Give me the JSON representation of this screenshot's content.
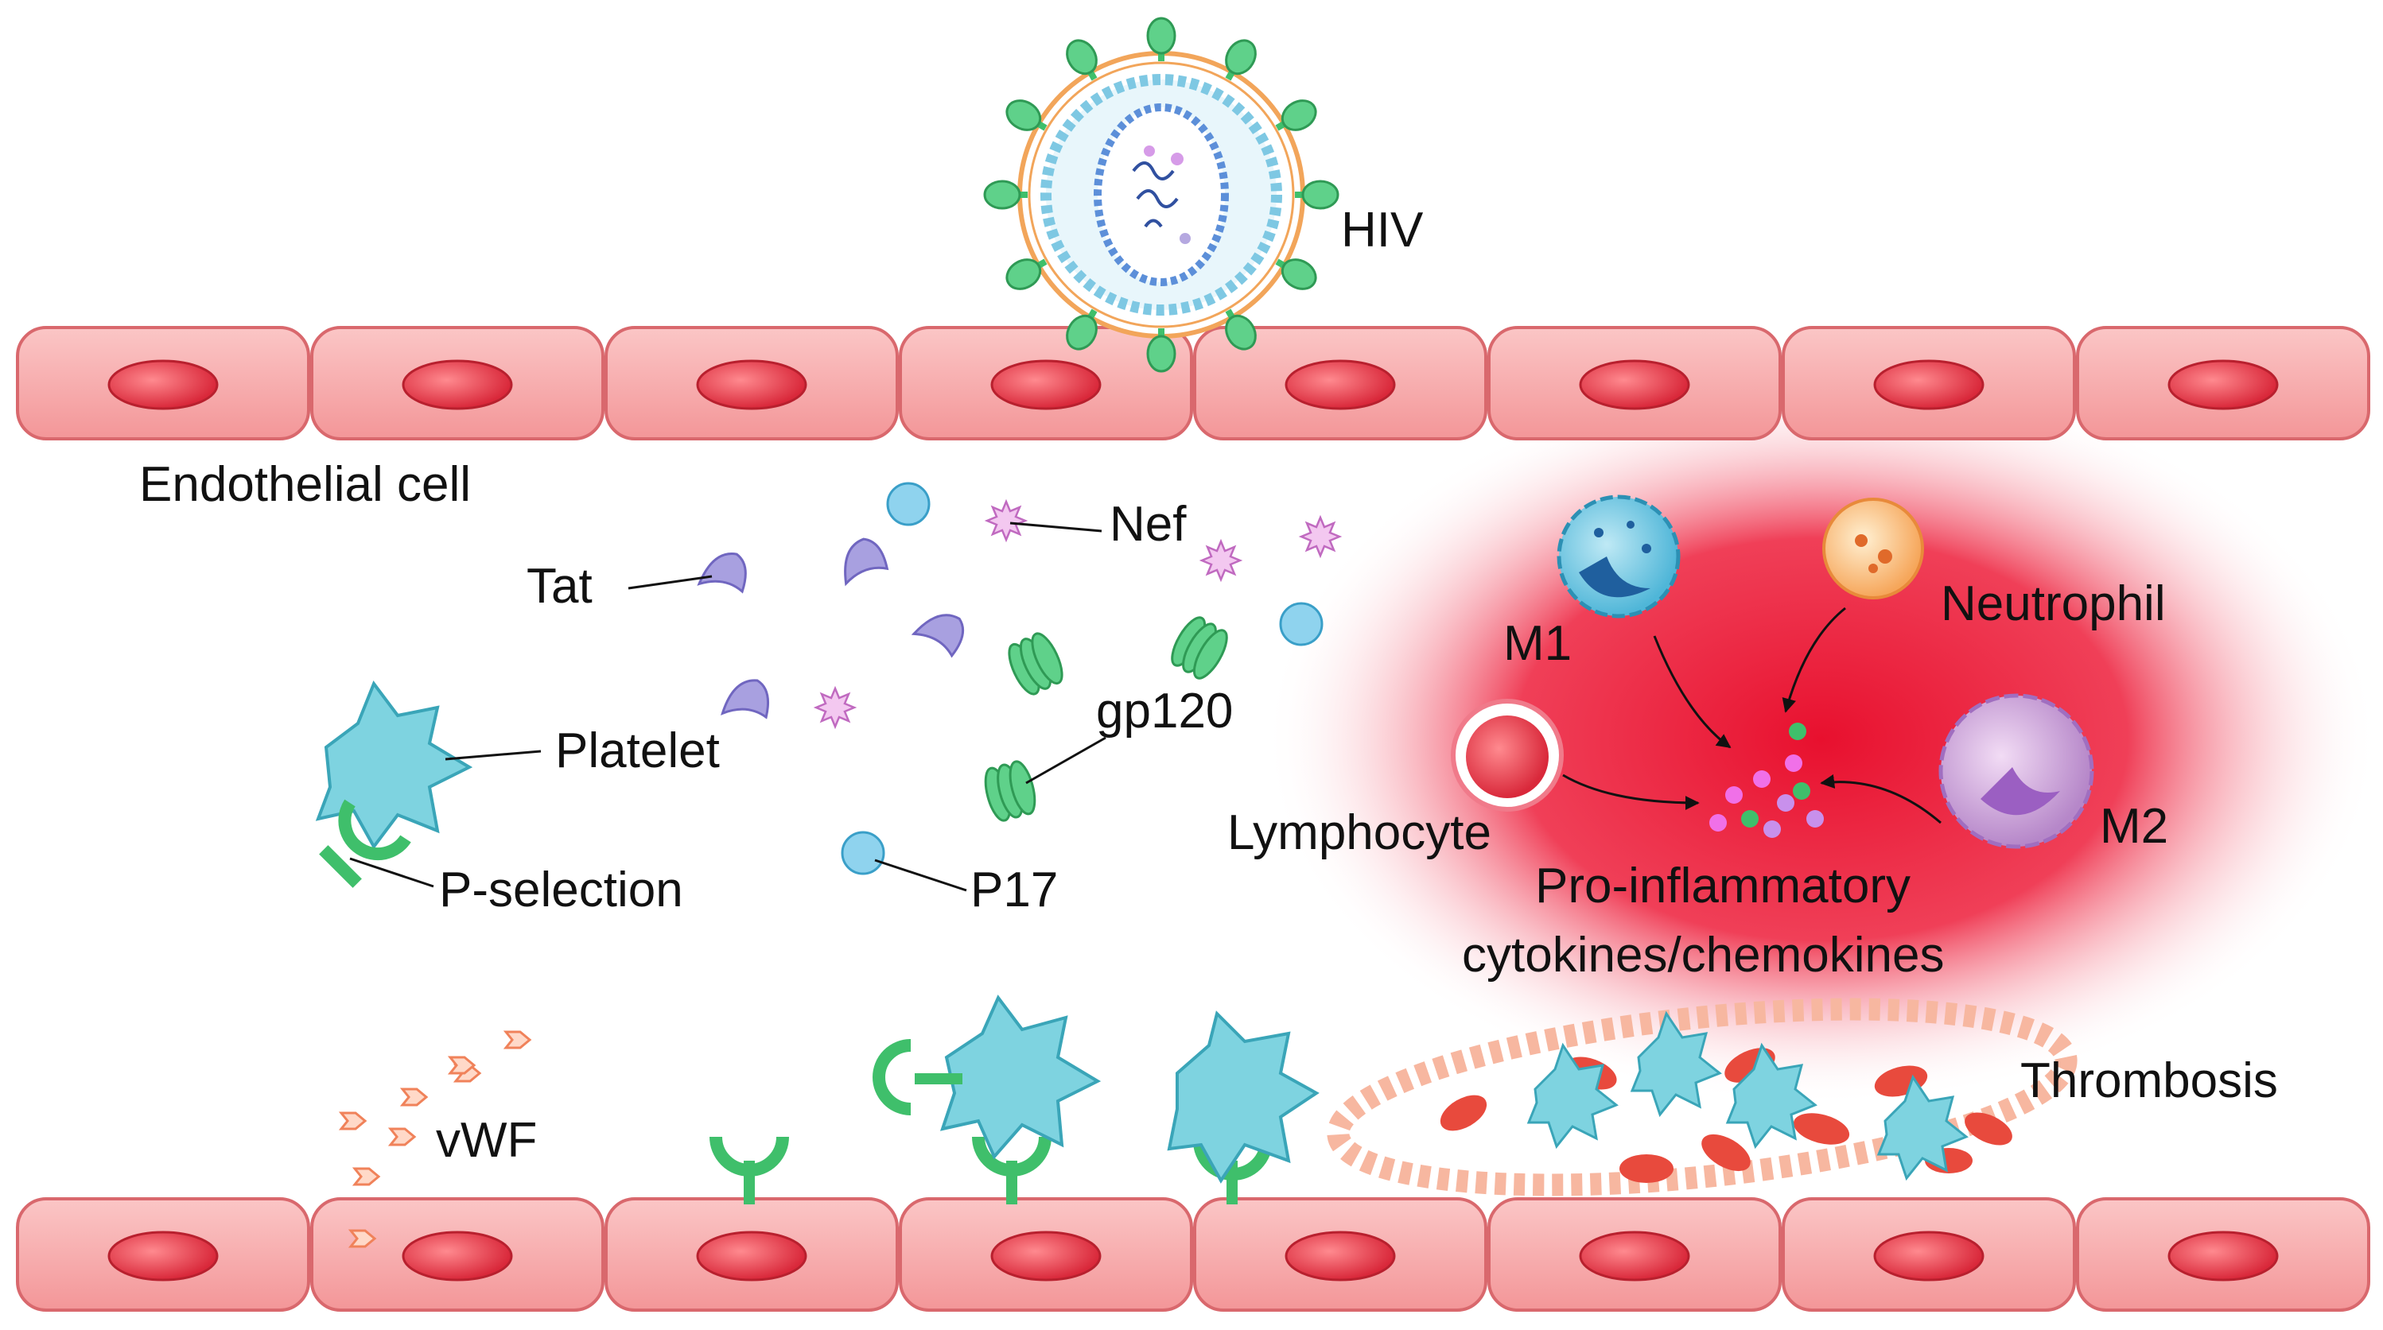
{
  "labels": {
    "hiv": "HIV",
    "endothelial_cell": "Endothelial cell",
    "tat": "Tat",
    "nef": "Nef",
    "gp120": "gp120",
    "platelet": "Platelet",
    "p_selection": "P-selection",
    "p17": "P17",
    "m1": "M1",
    "neutrophil": "Neutrophil",
    "lymphocyte": "Lymphocyte",
    "m2": "M2",
    "cytokines_line1": "Pro-inflammatory",
    "cytokines_line2": "cytokines/chemokines",
    "vwf": "vWF",
    "thrombosis": "Thrombosis"
  },
  "colors": {
    "endothelium": "#f7a7a8",
    "endothelium_edge": "#d9686d",
    "nucleus": "#e8434c",
    "platelet": "#7ed3e0",
    "gp120": "#3fbf6b",
    "tat": "#a8a0e0",
    "nef": "#e9b0e8",
    "p17": "#8fd3ee",
    "inflammation": "#e8102e",
    "vwf": "#f39b7a",
    "rbc": "#e84a3d"
  }
}
